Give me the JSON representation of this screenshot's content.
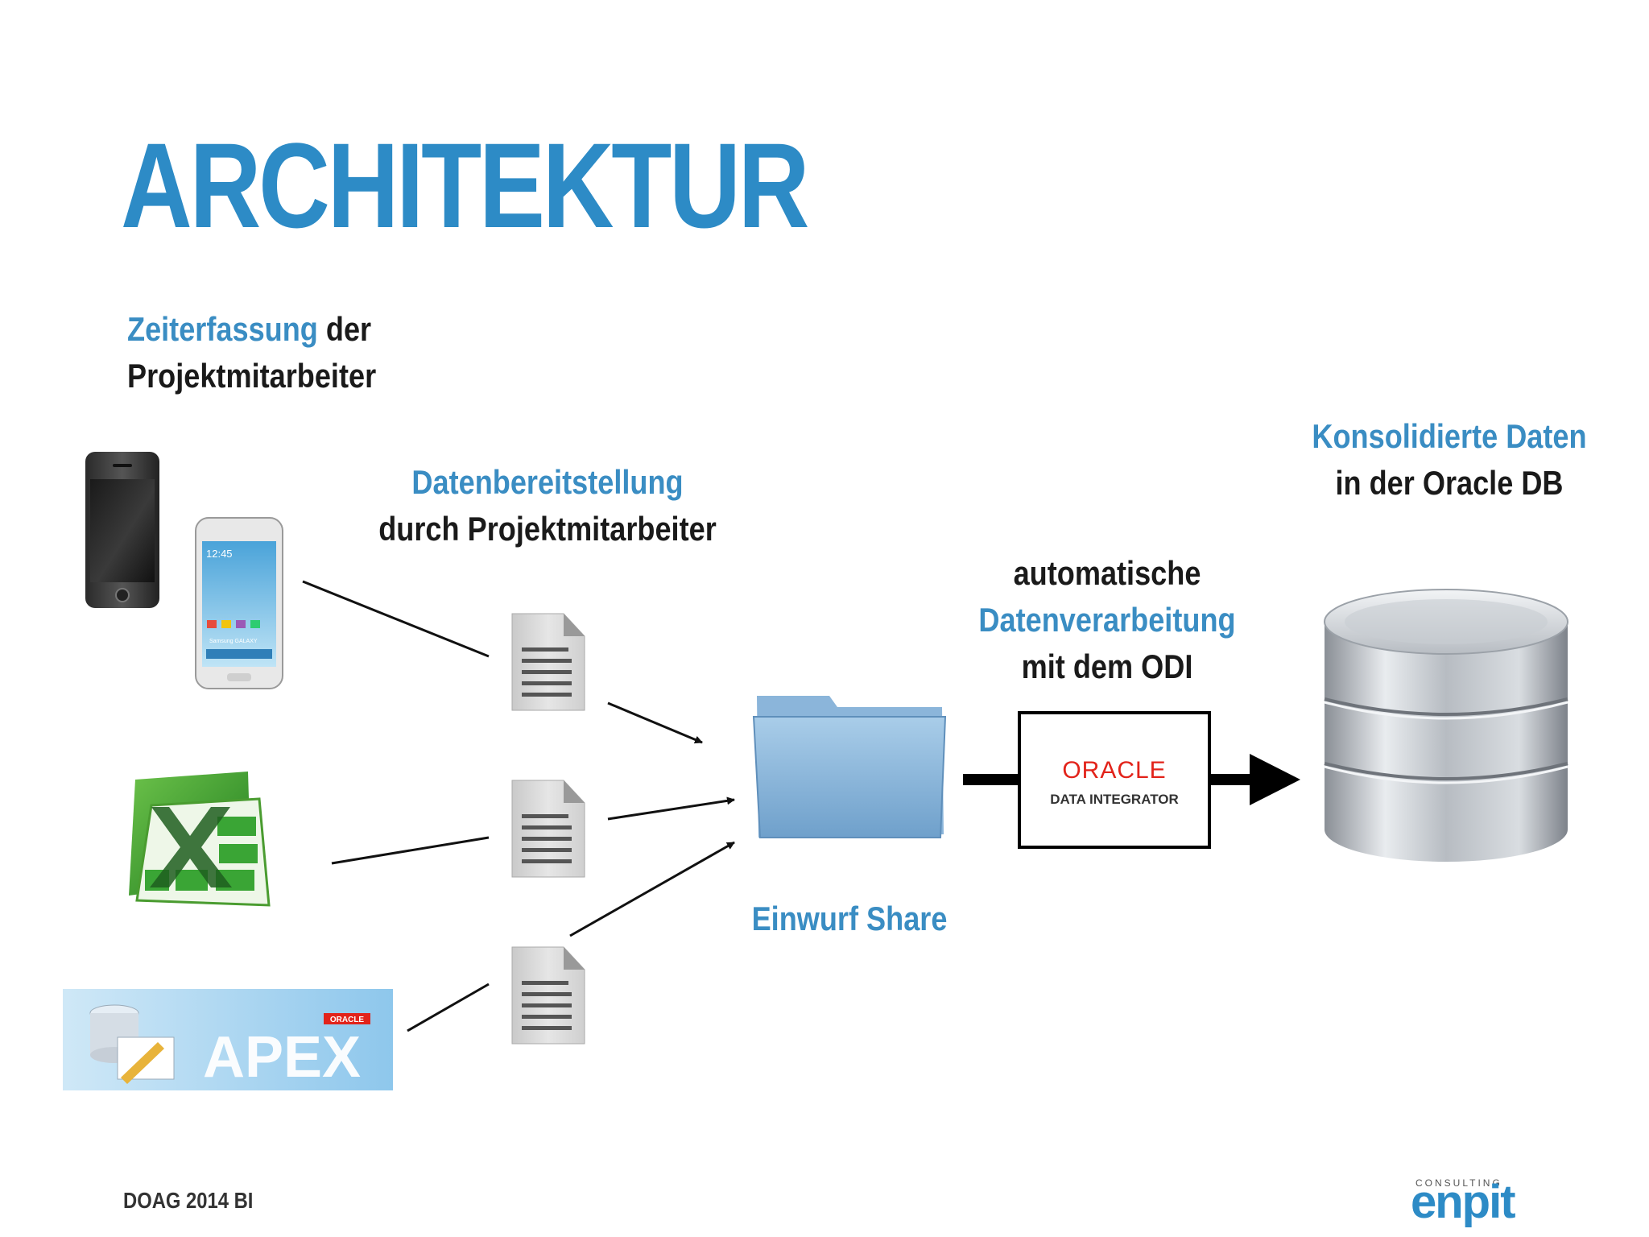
{
  "slide": {
    "title": "ARCHITEKTUR",
    "footer": "DOAG 2014 BI",
    "logo": {
      "tagline": "CONSULTING",
      "name": "enpit"
    }
  },
  "labels": {
    "sources_blue": "Zeiterfassung",
    "sources_rest": " der",
    "sources_line2": "Projektmitarbeiter",
    "provision_blue": "Datenbereitstellung",
    "provision_line2": "durch Projektmitarbeiter",
    "share": "Einwurf Share",
    "processing_line1": "automatische",
    "processing_blue": "Datenverarbeitung",
    "processing_line3": "mit dem ODI",
    "target_blue": "Konsolidierte Daten",
    "target_line2": "in der Oracle DB"
  },
  "odi_box": {
    "brand": "ORACLE",
    "product": "DATA INTEGRATOR"
  },
  "apex": {
    "badge": "ORACLE",
    "name": "APEX"
  },
  "phone": {
    "time": "12:45",
    "brand": "Samsung GALAXY"
  },
  "colors": {
    "accent": "#2d8bc6",
    "oracle_red": "#e2231a",
    "text": "#1a1a1a"
  },
  "icons": [
    "iphone-icon",
    "galaxy-phone-icon",
    "excel-icon",
    "apex-logo",
    "document-icon",
    "folder-icon",
    "database-icon"
  ]
}
